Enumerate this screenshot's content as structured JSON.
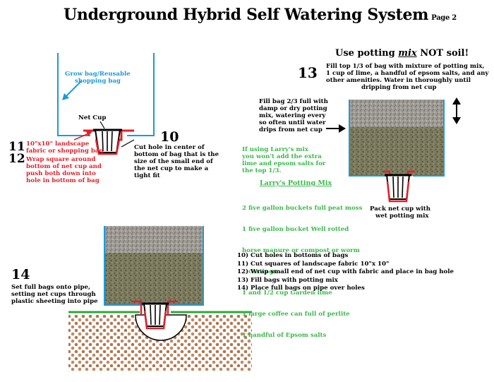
{
  "title": "Underground Hybrid Self Watering System",
  "page": "Page 2",
  "diagram1": {
    "grow_bag_label": [
      "Grow bag/Reusable",
      "shopping bag"
    ],
    "net_cup_label": "Net Cup",
    "step11_num": "11",
    "step12_num": "12",
    "step11_text": [
      "10\"x10\" landscape",
      "fabric or shopping bag"
    ],
    "step12_text": [
      "Wrap square around",
      "bottom of net cup and",
      "push both down into",
      "hole in bottom of bag"
    ],
    "step10_num": "10",
    "step10_text": [
      "Cut hole in center of",
      "bottom of bag that is the",
      "size of the small end of",
      "the net cup to make a",
      "tight fit"
    ]
  },
  "diagram2": {
    "heading_pre": "Use potting ",
    "heading_em": "mix",
    "heading_post": " NOT soil!",
    "step13_num": "13",
    "step13_text": [
      "Fill top 1/3 of bag with mixture of potting mix,",
      "1 cup of lime, a handful of epsom salts, and any",
      "other amenities.  Water in thoroughly until",
      "dripping from net cup"
    ],
    "fill_text": [
      "Fill bag 2/3 full with",
      "damp or dry potting",
      "mix, watering every",
      "so often until water",
      "drips from net cup"
    ],
    "pack_text": [
      "Pack net cup with",
      "wet potting mix"
    ]
  },
  "larry": {
    "intro": [
      "If using Larry's mix",
      "you won't add the extra",
      "lime and epsom salts for",
      "the top 1/3."
    ],
    "title": "Larry's Potting Mix",
    "items": [
      "2 five gallon buckets full peat moss",
      "1 five gallon bucket Well rotted",
      "horse manure or compost or worm",
      "   castings",
      "1 and 1/2 cup Garden lime",
      "1 large coffee can full of perlite",
      "1 handful of Epsom salts"
    ]
  },
  "steps_list": [
    "10) Cut holes in bottoms of bags",
    "11) Cut squares of landscape fabric 10\"x 10\"",
    "12) Wrap small end of net cup with fabric and place in bag hole",
    "13) Fill bags with potting mix",
    "14) Place full bags on pipe over holes"
  ],
  "diagram3": {
    "step14_num": "14",
    "step14_text": [
      "Set full bags onto pipe,",
      "setting net cups through",
      "plastic sheeting into pipe"
    ]
  },
  "colors": {
    "bag": "#1a9ad9",
    "fabric": "#e0202a",
    "plastic": "#2fa836",
    "instruction_red": "#e0202a",
    "larry_green": "#3ab84a",
    "gravel": "#8a8680",
    "soil": "#7a7a5a",
    "ground": "#b5825a"
  }
}
